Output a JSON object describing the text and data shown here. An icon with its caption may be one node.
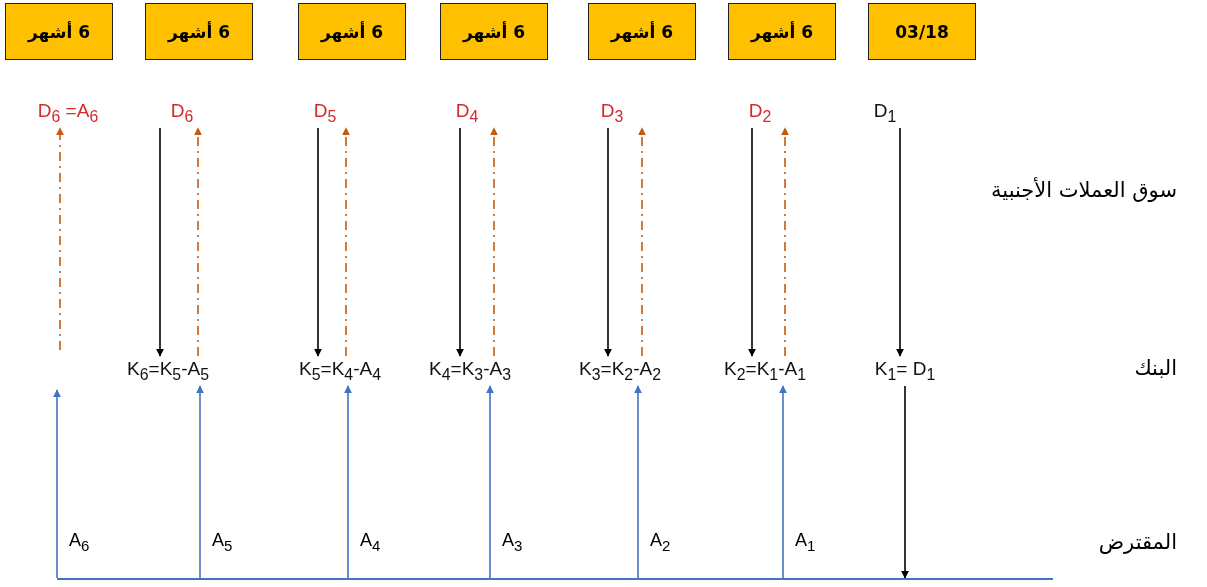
{
  "diagram": {
    "nodes": [
      {
        "text": [
          "6 أشهر"
        ]
      },
      {
        "text": [
          "6 أشهر"
        ]
      },
      {
        "text": [
          "6 أشهر"
        ]
      },
      {
        "text": [
          "6 أشهر"
        ]
      },
      {
        "text": [
          "6 أشهر"
        ]
      },
      {
        "text": [
          "6 أشهر"
        ]
      },
      {
        "text": [
          "03/18"
        ]
      },
      {
        "text": [
          "D$_{6}$ =A$_{6}$"
        ]
      },
      {
        "text": [
          "D$_{6}$"
        ]
      },
      {
        "text": [
          "D$_{5}$"
        ]
      },
      {
        "text": [
          "D$_{4}$"
        ]
      },
      {
        "text": [
          "D$_{3}$"
        ]
      },
      {
        "text": [
          "D$_{2}$"
        ]
      },
      {
        "text": [
          "D$_{1}$"
        ]
      },
      {
        "text": [
          "K$_{6}$=K$_{5}$-A$_{5}$"
        ]
      },
      {
        "text": [
          "K$_{5}$=K$_{4}$-A$_{4}$"
        ]
      },
      {
        "text": [
          "K$_{4}$=K$_{3}$-A$_{3}$"
        ]
      },
      {
        "text": [
          "K$_{3}$=K$_{2}$-A$_{2}$"
        ]
      },
      {
        "text": [
          "K$_{2}$=K$_{1}$-A$_{1}$"
        ]
      },
      {
        "text": [
          "K$_{1}$= D$_{1}$"
        ]
      },
      {
        "text": [],
        "shape": "bar"
      }
    ],
    "edges": [
      {
        "from": 8,
        "to": 14,
        "arrow": "to"
      },
      {
        "from": 9,
        "to": 15,
        "arrow": "to"
      },
      {
        "from": 10,
        "to": 16,
        "arrow": "to"
      },
      {
        "from": 11,
        "to": 17,
        "arrow": "to"
      },
      {
        "from": 12,
        "to": 18,
        "arrow": "to"
      },
      {
        "from": 13,
        "to": 19,
        "arrow": "to"
      },
      {
        "from": null,
        "to": 7,
        "arrow": "to",
        "style": "dashed",
        "color": "#c55a11"
      },
      {
        "from": 14,
        "to": 8,
        "arrow": "to",
        "style": "dashed",
        "color": "#c55a11"
      },
      {
        "from": 15,
        "to": 9,
        "arrow": "to",
        "style": "dashed",
        "color": "#c55a11"
      },
      {
        "from": 16,
        "to": 10,
        "arrow": "to",
        "style": "dashed",
        "color": "#c55a11"
      },
      {
        "from": 17,
        "to": 11,
        "arrow": "to",
        "style": "dashed",
        "color": "#c55a11"
      },
      {
        "from": 18,
        "to": 12,
        "arrow": "to",
        "style": "dashed",
        "color": "#c55a11"
      },
      {
        "from": 20,
        "to": null,
        "arrow": "to",
        "label": "A$_{6}$",
        "color": "#4472c4"
      },
      {
        "from": 20,
        "to": 14,
        "arrow": "to",
        "label": "A$_{5}$",
        "color": "#4472c4"
      },
      {
        "from": 20,
        "to": 15,
        "arrow": "to",
        "label": "A$_{4}$",
        "color": "#4472c4"
      },
      {
        "from": 20,
        "to": 16,
        "arrow": "to",
        "label": "A$_{3}$",
        "color": "#4472c4"
      },
      {
        "from": 20,
        "to": 17,
        "arrow": "to",
        "label": "A$_{2}$",
        "color": "#4472c4"
      },
      {
        "from": 20,
        "to": 18,
        "arrow": "to",
        "label": "A$_{1}$",
        "color": "#4472c4"
      },
      {
        "from": 19,
        "to": 20,
        "arrow": "to"
      }
    ],
    "labels": [
      "سوق العملات الأجنبية",
      "البنك",
      "المقترض"
    ]
  }
}
